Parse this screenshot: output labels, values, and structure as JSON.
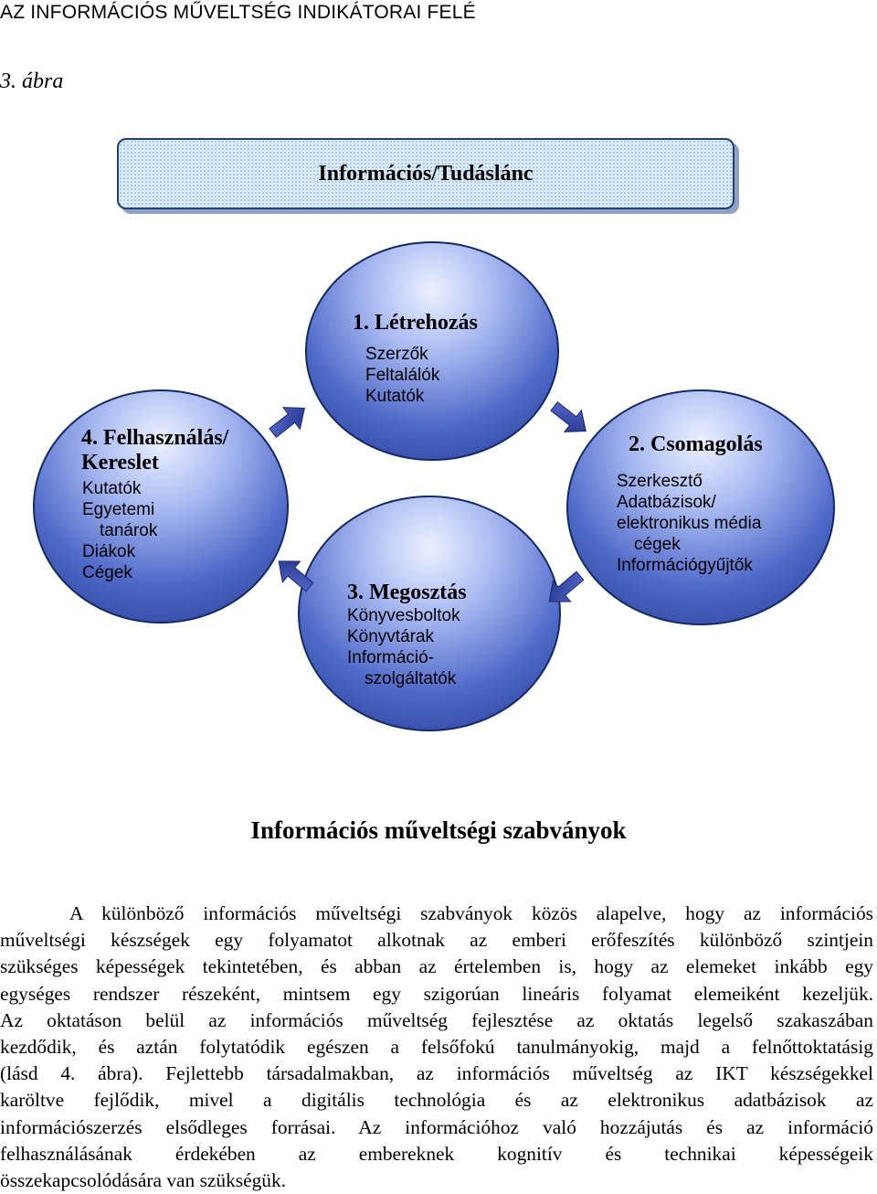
{
  "header": "AZ INFORMÁCIÓS MŰVELTSÉG INDIKÁTORAI FELÉ",
  "figure_label": "3. ábra",
  "chain_title": "Információs/Tudáslánc",
  "circles": {
    "creation": {
      "title": "1. Létrehozás",
      "items": [
        "Szerzők",
        "Feltalálók",
        "Kutatók"
      ]
    },
    "packaging": {
      "title": "2. Csomagolás",
      "items": [
        "Szerkesztő",
        "Adatbázisok/",
        "elektronikus média",
        "cégek",
        "Információgyűjtők"
      ]
    },
    "sharing": {
      "title": "3. Megosztás",
      "items": [
        "Könyvesboltok",
        "Könyvtárak",
        "Információ-",
        "szolgáltatók"
      ]
    },
    "usage": {
      "title_lines": [
        "4. Felhasználás/",
        "Kereslet"
      ],
      "items": [
        "Kutatók",
        "Egyetemi",
        "tanárok",
        "Diákok",
        "Cégek"
      ]
    }
  },
  "colors": {
    "circle_dark": "#22398e",
    "circle_light": "#ecf1ff",
    "arrow": "#2b3f9e",
    "box_fill": "#d8ebf6"
  },
  "section_title": "Információs műveltségi szabványok",
  "paragraph_lines": [
    "A különböző információs műveltségi szabványok közös alapelve, hogy az információs",
    "műveltségi készségek egy folyamatot alkotnak az emberi erőfeszítés különböző szintjein",
    "szükséges képességek tekintetében, és abban az értelemben is, hogy az elemeket inkább egy",
    "egységes rendszer részeként, mintsem egy szigorúan lineáris folyamat elemeiként kezeljük.",
    "Az oktatáson belül az információs műveltség fejlesztése az oktatás legelső szakaszában",
    "kezdődik, és aztán folytatódik egészen a felsőfokú tanulmányokig, majd a felnőttoktatásig",
    "(lásd 4. ábra). Fejlettebb társadalmakban, az információs műveltség az IKT készségekkel",
    "karöltve fejlődik, mivel a digitális technológia és az elektronikus adatbázisok az",
    "információszerzés elsődleges forrásai. Az információhoz való hozzájutás és az információ",
    "felhasználásának érdekében az embereknek kognitív és technikai képességeik",
    "összekapcsolódására van szükségük."
  ]
}
